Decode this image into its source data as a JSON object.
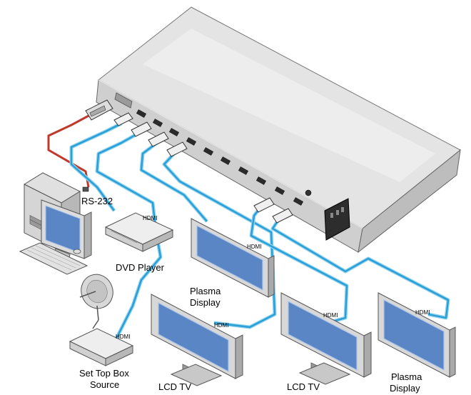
{
  "colors": {
    "hdmi_cable": "#2a9fd6",
    "hdmi_cable_edge": "#8fd2ef",
    "rs232_cable": "#c0392b",
    "device_body": "#e8e8e8",
    "device_shadow": "#9a9a9a",
    "screen": "#5b86c6",
    "screen_edge": "#a9c4e8"
  },
  "labels": {
    "rs232": "RS-232",
    "dvd_player": "DVD Player",
    "plasma_display_1_line1": "Plasma",
    "plasma_display_1_line2": "Display",
    "lcd_tv_1": "LCD TV",
    "lcd_tv_2": "LCD TV",
    "plasma_display_2_line1": "Plasma",
    "plasma_display_2_line2": "Display",
    "set_top_box_line1": "Set Top Box",
    "set_top_box_line2": "Source"
  },
  "cable_tags": {
    "dvd_hdmi": "HDMI",
    "plasma1_hdmi": "HDMI",
    "lcd1_hdmi": "HDMI",
    "stb_hdmi": "HDMI",
    "lcd2_hdmi": "HDMI",
    "plasma2_hdmi": "HDMI"
  },
  "icons": [
    "matrix-switcher-icon",
    "computer-icon",
    "dvd-player-icon",
    "satellite-dish-icon",
    "set-top-box-icon",
    "plasma-display-icon",
    "lcd-tv-icon",
    "power-socket-icon"
  ]
}
